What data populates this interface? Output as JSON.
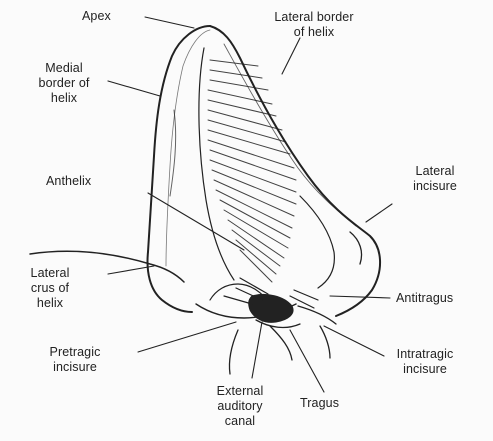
{
  "labels": {
    "apex": "Apex",
    "lateral_border": "Lateral border\nof helix",
    "medial_border": "Medial\nborder of\nhelix",
    "lateral_incisure": "Lateral\nincisure",
    "anthelix": "Anthelix",
    "lateral_crus": "Lateral\ncrus of\nhelix",
    "antitragus": "Antitragus",
    "pretragic_incisure": "Pretragic\nincisure",
    "intratragic_incisure": "Intratragic\nincisure",
    "external_canal": "External\nauditory\ncanal",
    "tragus": "Tragus"
  },
  "colors": {
    "ink": "#222222",
    "paper": "#fbfbfb"
  }
}
